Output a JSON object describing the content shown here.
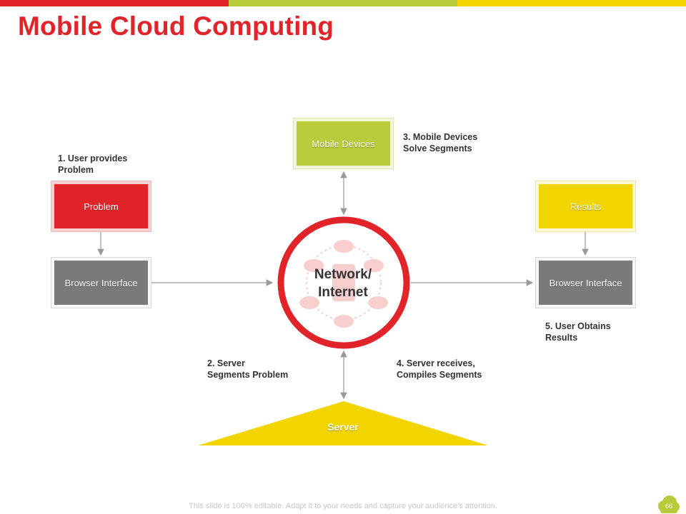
{
  "slide": {
    "title": "Mobile Cloud Computing",
    "footer": "This slide is 100% editable. Adapt it to your needs and capture your audience's attention.",
    "page_number": "66"
  },
  "colors": {
    "red": "#e0242a",
    "green": "#b9cb3a",
    "yellow": "#f2d500",
    "gray": "#7a7a7a"
  },
  "boxes": {
    "problem": "Problem",
    "browser_left": "Browser Interface",
    "mobile_devices": "Mobile Devices",
    "results": "Results",
    "browser_right": "Browser Interface",
    "server": "Server"
  },
  "hub": {
    "label": "Network/\nInternet",
    "icon": "cloud-network-icon"
  },
  "steps": {
    "step1": "1. User provides\nProblem",
    "step2": "2. Server\nSegments Problem",
    "step3": "3. Mobile Devices\nSolve Segments",
    "step4": "4. Server receives,\nCompiles Segments",
    "step5": "5. User Obtains\nResults"
  }
}
